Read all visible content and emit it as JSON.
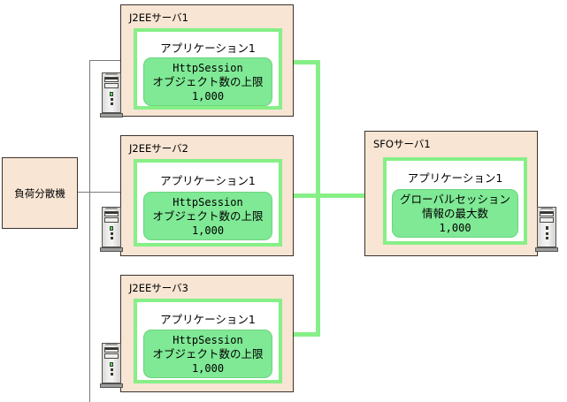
{
  "diagram": {
    "title": "J2EE servers and SFO server session limit diagram",
    "colors": {
      "host_fill": "#f8e5d4",
      "host_border": "#3c322c",
      "app_border": "#86ef86",
      "data_fill": "#7fe995",
      "wire": "#7a7a7a",
      "green_wire": "#86ef86"
    }
  },
  "load_balancer": {
    "label": "負荷分散機"
  },
  "j2ee_servers": [
    {
      "host_title": "J2EEサーバ1",
      "app_title": "アプリケーション1",
      "data": {
        "line1": "HttpSession",
        "line2": "オブジェクト数の上限",
        "line3": "1,000"
      },
      "icon": "tower-server-icon"
    },
    {
      "host_title": "J2EEサーバ2",
      "app_title": "アプリケーション1",
      "data": {
        "line1": "HttpSession",
        "line2": "オブジェクト数の上限",
        "line3": "1,000"
      },
      "icon": "tower-server-icon"
    },
    {
      "host_title": "J2EEサーバ3",
      "app_title": "アプリケーション1",
      "data": {
        "line1": "HttpSession",
        "line2": "オブジェクト数の上限",
        "line3": "1,000"
      },
      "icon": "tower-server-icon"
    }
  ],
  "sfo_server": {
    "host_title": "SFOサーバ1",
    "app_title": "アプリケーション1",
    "data": {
      "line1": "グローバルセッション",
      "line2": "情報の最大数",
      "line3": "1,000"
    },
    "icon": "tower-server-icon"
  }
}
